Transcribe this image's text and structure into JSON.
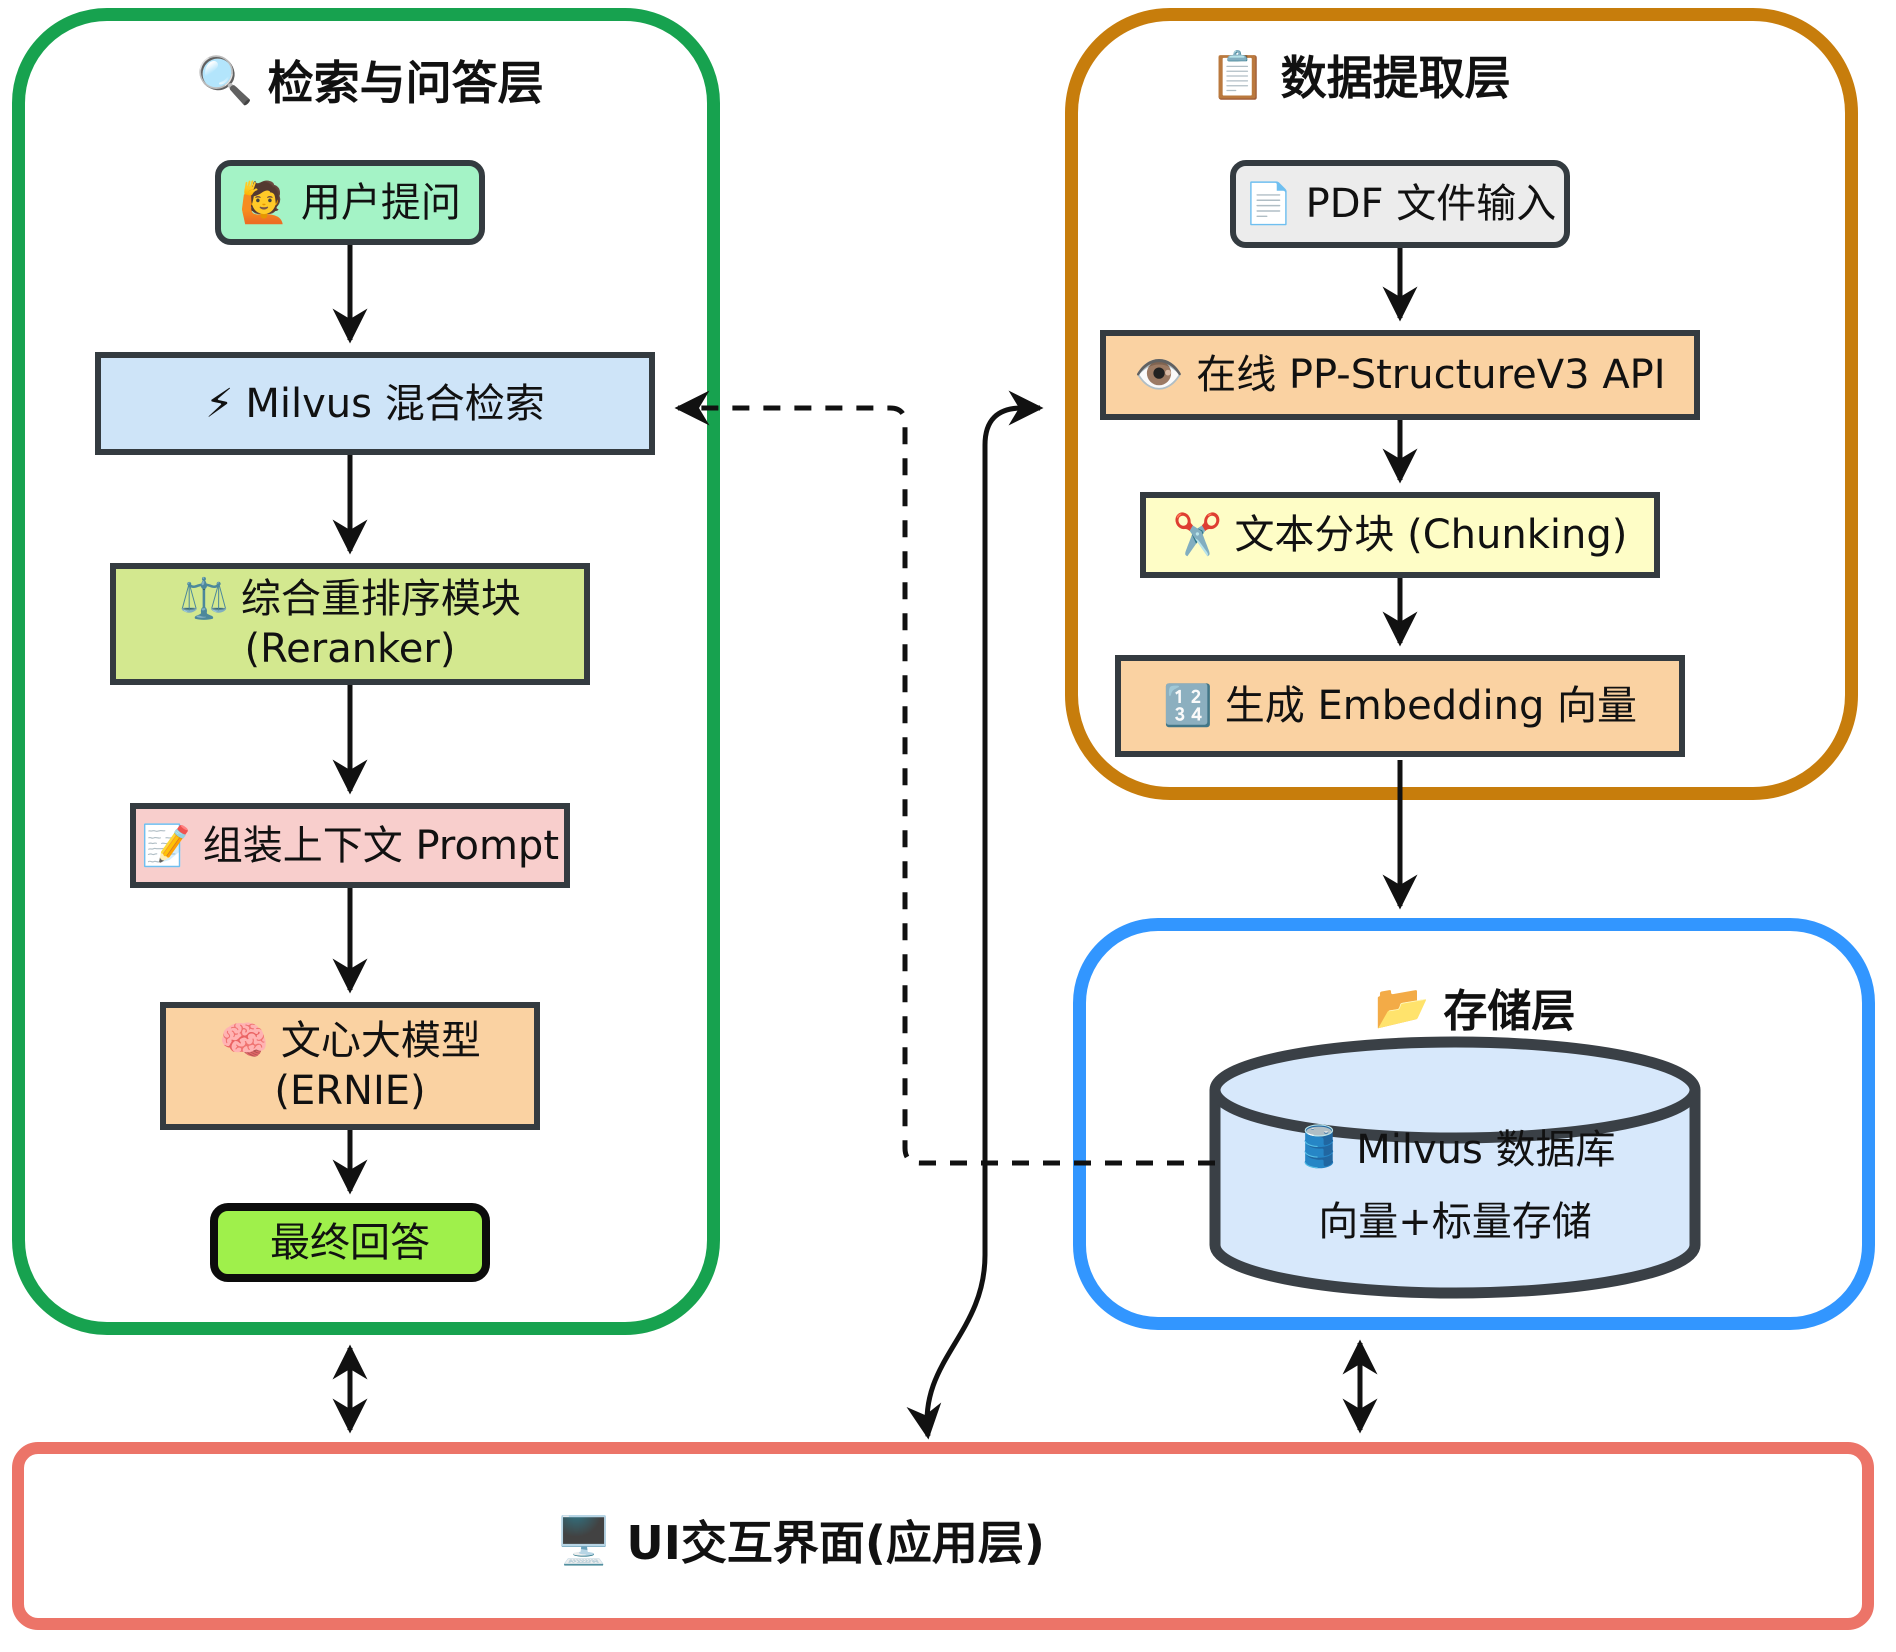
{
  "diagram_type": "rag-architecture-flowchart",
  "colors": {
    "qa_border": "#17a24f",
    "extract_border": "#c77d0c",
    "storage_border": "#3296ff",
    "ui_border": "#ec7468",
    "node_border": "#343b40",
    "arrow": "#111111",
    "fill_user": "#a4f3c6",
    "fill_search": "#cee4f8",
    "fill_rerank": "#d3e88f",
    "fill_prompt": "#f8cecc",
    "fill_orange": "#fad2a2",
    "fill_answer": "#9ff04b",
    "fill_pdf": "#ececec",
    "fill_chunk": "#fefdc6",
    "fill_cylinder": "#d7e8fb"
  },
  "containers": {
    "qa": {
      "icon": "🔍",
      "title": "检索与问答层"
    },
    "extract": {
      "icon": "📋",
      "title": "数据提取层"
    },
    "storage": {
      "icon": "📂",
      "title": "存储层"
    },
    "ui": {
      "icon": "🖥️",
      "title": "UI交互界面(应用层)"
    }
  },
  "nodes": {
    "user_question": {
      "icon": "🙋",
      "label": "用户提问"
    },
    "hybrid_search": {
      "icon": "⚡",
      "label": "Milvus 混合检索"
    },
    "reranker": {
      "icon": "⚖️",
      "label": "综合重排序模块",
      "label2": "(Reranker)"
    },
    "prompt": {
      "icon": "📝",
      "label": "组装上下文 Prompt"
    },
    "ernie": {
      "icon": "🧠",
      "label": "文心大模型",
      "label2": "(ERNIE)"
    },
    "final_answer": {
      "label": "最终回答"
    },
    "pdf_input": {
      "icon": "📄",
      "label": "PDF 文件输入"
    },
    "ppstructure": {
      "icon": "👁️",
      "label": "在线 PP-StructureV3 API"
    },
    "chunking": {
      "icon": "✂️",
      "label": "文本分块 (Chunking)"
    },
    "embedding": {
      "icon": "🔢",
      "label": "生成 Embedding 向量"
    },
    "milvus_db": {
      "icon": "🛢️",
      "label": "Milvus 数据库",
      "label2": "向量+标量存储"
    }
  }
}
